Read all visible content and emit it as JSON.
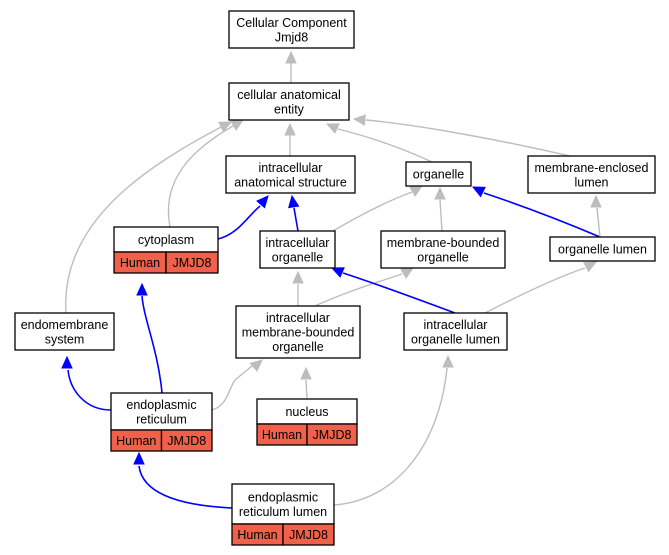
{
  "colors": {
    "is_a_edge": "#bdbdbd",
    "part_of_edge": "#0000ff",
    "annotation_fill": "#f0604a"
  },
  "nodes": {
    "root": {
      "lines": [
        "Cellular Component",
        "Jmjd8"
      ]
    },
    "cae": {
      "lines": [
        "cellular anatomical",
        "entity"
      ]
    },
    "ias": {
      "lines": [
        "intracellular",
        "anatomical structure"
      ]
    },
    "organelle": {
      "lines": [
        "organelle"
      ]
    },
    "mel": {
      "lines": [
        "membrane-enclosed",
        "lumen"
      ]
    },
    "cytoplasm": {
      "lines": [
        "cytoplasm"
      ],
      "annotations": [
        "Human",
        "JMJD8"
      ]
    },
    "io": {
      "lines": [
        "intracellular",
        "organelle"
      ]
    },
    "mbo": {
      "lines": [
        "membrane-bounded",
        "organelle"
      ]
    },
    "ol": {
      "lines": [
        "organelle lumen"
      ]
    },
    "es": {
      "lines": [
        "endomembrane",
        "system"
      ]
    },
    "imbo": {
      "lines": [
        "intracellular",
        "membrane-bounded",
        "organelle"
      ]
    },
    "iol": {
      "lines": [
        "intracellular",
        "organelle lumen"
      ]
    },
    "er": {
      "lines": [
        "endoplasmic",
        "reticulum"
      ],
      "annotations": [
        "Human",
        "JMJD8"
      ]
    },
    "nucleus": {
      "lines": [
        "nucleus"
      ],
      "annotations": [
        "Human",
        "JMJD8"
      ]
    },
    "erl": {
      "lines": [
        "endoplasmic",
        "reticulum lumen"
      ],
      "annotations": [
        "Human",
        "JMJD8"
      ]
    }
  }
}
